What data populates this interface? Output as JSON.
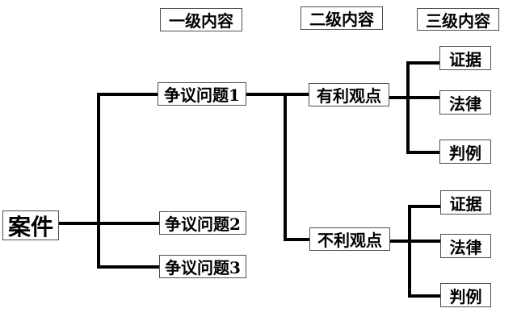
{
  "diagram": {
    "type": "tree-flowchart",
    "colors": {
      "background": "#ffffff",
      "connector_line": "#000000",
      "box_border": "#4f4f4f",
      "text": "#000000"
    },
    "root": {
      "label": "案件"
    },
    "headers": [
      {
        "label": "一级内容"
      },
      {
        "label": "二级内容"
      },
      {
        "label": "三级内容"
      }
    ],
    "level1": [
      {
        "label": "争议问题1"
      },
      {
        "label": "争议问题2"
      },
      {
        "label": "争议问题3"
      }
    ],
    "level2": [
      {
        "label": "有利观点"
      },
      {
        "label": "不利观点"
      }
    ],
    "level3_favorable": [
      {
        "label": "证据"
      },
      {
        "label": "法律"
      },
      {
        "label": "判例"
      }
    ],
    "level3_unfavorable": [
      {
        "label": "证据"
      },
      {
        "label": "法律"
      },
      {
        "label": "判例"
      }
    ],
    "edges": [
      {
        "from": "案件",
        "to": "争议问题1"
      },
      {
        "from": "案件",
        "to": "争议问题2"
      },
      {
        "from": "案件",
        "to": "争议问题3"
      },
      {
        "from": "争议问题1",
        "to": "有利观点"
      },
      {
        "from": "争议问题1",
        "to": "不利观点"
      },
      {
        "from": "有利观点",
        "to": "证据"
      },
      {
        "from": "有利观点",
        "to": "法律"
      },
      {
        "from": "有利观点",
        "to": "判例"
      },
      {
        "from": "不利观点",
        "to": "证据"
      },
      {
        "from": "不利观点",
        "to": "法律"
      },
      {
        "from": "不利观点",
        "to": "判例"
      }
    ]
  }
}
